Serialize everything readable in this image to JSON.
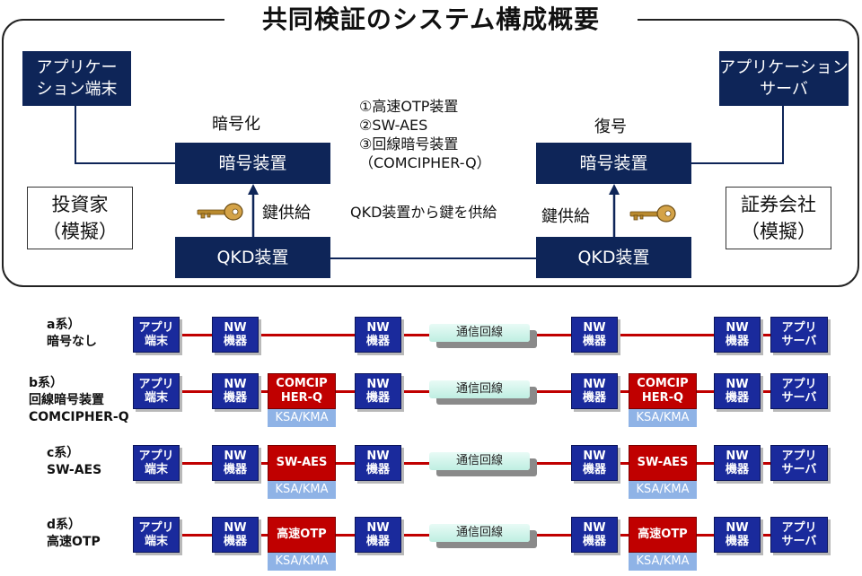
{
  "title": "共同検証のシステム構成概要",
  "top": {
    "app_client": "アプリケー\nション端末",
    "app_server": "アプリケーション\nサーバ",
    "investor": "投資家\n（模擬）",
    "securities": "証券会社\n（模擬）",
    "encrypt_label": "暗号化",
    "decrypt_label": "復号",
    "crypto_device": "暗号装置",
    "qkd_device": "QKD装置",
    "key_supply": "鍵供給",
    "qkd_supply_text": "QKD装置から鍵を供給",
    "device_list": [
      "①高速OTP装置",
      "②SW-AES",
      "③回線暗号装置",
      "（COMCIPHER-Q）"
    ]
  },
  "rows": [
    {
      "label_lines": [
        "a系）",
        "暗号なし"
      ],
      "crypto": null
    },
    {
      "label_lines": [
        "b系）",
        "回線暗号装置",
        "COMCIPHER-Q"
      ],
      "crypto": "COMCIP\nHER-Q"
    },
    {
      "label_lines": [
        "c系）",
        "SW-AES"
      ],
      "crypto": "SW-AES"
    },
    {
      "label_lines": [
        "d系）",
        "高速OTP"
      ],
      "crypto": "高速OTP"
    }
  ],
  "boxes": {
    "app_client": "アプリ\n端末",
    "nw": "NW\n機器",
    "app_server": "アプリ\nサーバ",
    "line": "通信回線",
    "ksa": "KSA/KMA"
  },
  "colors": {
    "navy": "#0e2558",
    "system_blue": "#1a2a9c",
    "crypto_red": "#c00000",
    "ksa_blue": "#8fb3e6"
  }
}
